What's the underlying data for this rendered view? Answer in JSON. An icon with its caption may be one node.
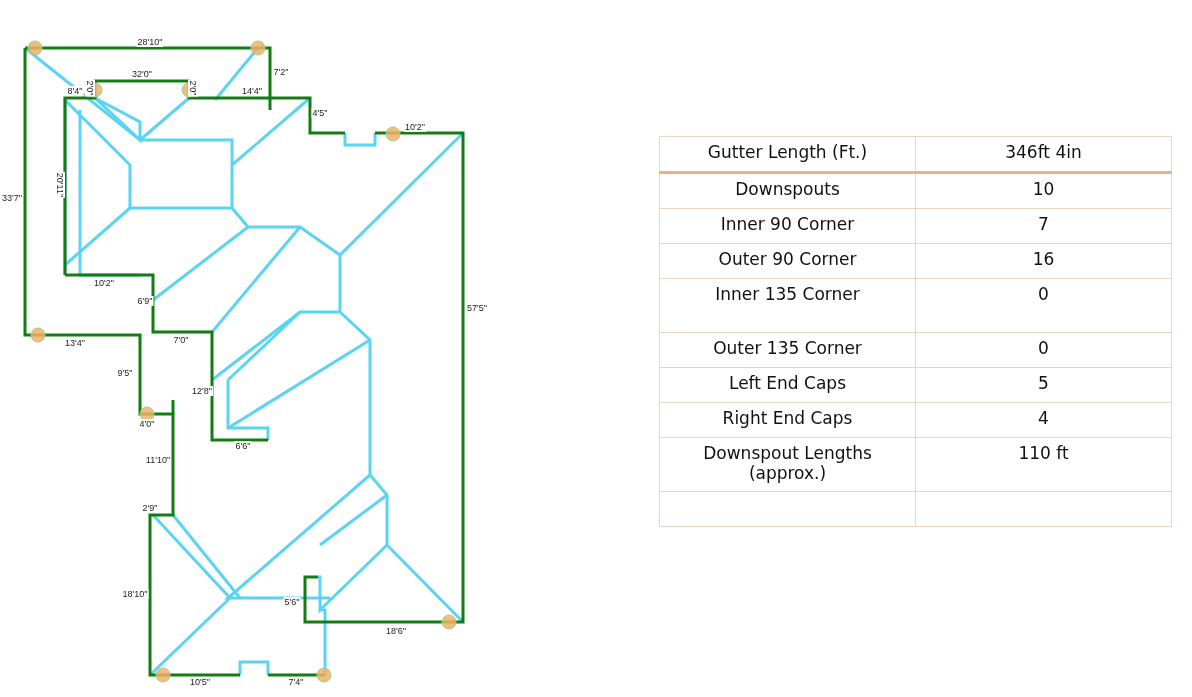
{
  "diagram": {
    "labels": [
      "28'10\"",
      "32'0\"",
      "7'2\"",
      "8'4\"",
      "2'0\"",
      "2'0\"",
      "14'4\"",
      "4'5\"",
      "10'2\"",
      "20'11\"",
      "33'7\"",
      "57'5\"",
      "10'2\"",
      "6'9\"",
      "13'4\"",
      "7'0\"",
      "9'5\"",
      "12'8\"",
      "4'0\"",
      "6'6\"",
      "11'10\"",
      "2'9\"",
      "18'10\"",
      "5'6\"",
      "18'6\"",
      "10'5\"",
      "7'4\"",
      "Gutter Length (Ft.)",
      "346ft 4in",
      "Downspouts",
      "10",
      "Inner 90 Corner",
      "7",
      "Outer 90 Corner",
      "16",
      "Inner 135 Corner",
      "0",
      "Outer 135 Corner",
      "0",
      "Left End Caps",
      "5",
      "Right End Caps",
      "4",
      "Downspout Lengths (approx.)",
      "110 ft"
    ]
  }
}
